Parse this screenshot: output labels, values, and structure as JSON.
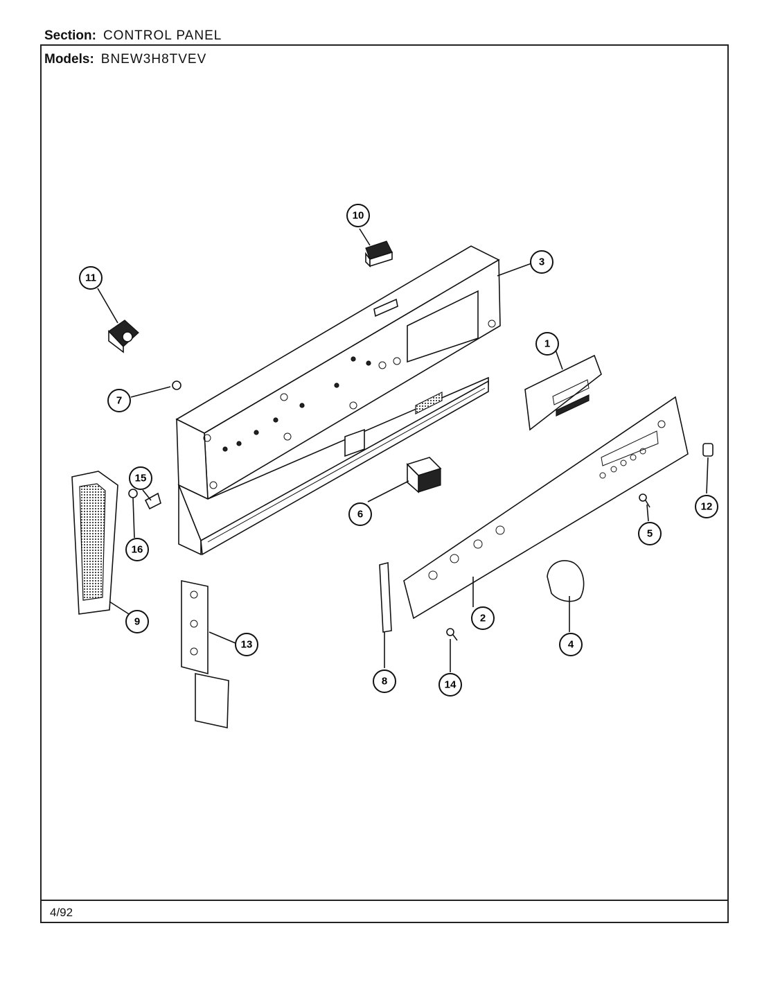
{
  "header": {
    "section_label": "Section:",
    "section_value": "CONTROL PANEL",
    "models_label": "Models:",
    "models_value": "BNEW3H8TVEV"
  },
  "footer": {
    "date": "4/92"
  },
  "callouts": [
    "1",
    "2",
    "3",
    "4",
    "5",
    "6",
    "7",
    "8",
    "9",
    "10",
    "11",
    "12",
    "13",
    "14",
    "15",
    "16"
  ]
}
